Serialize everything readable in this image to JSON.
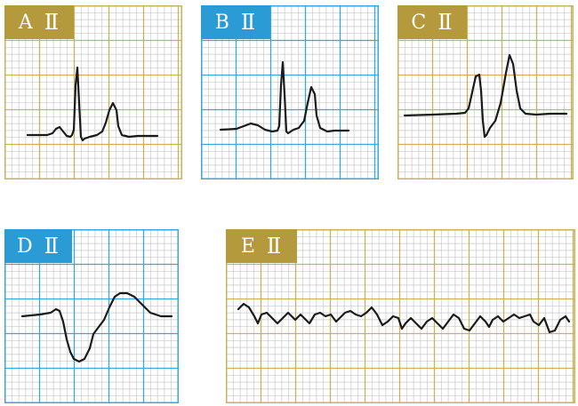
{
  "colors": {
    "gold": "#c9b25a",
    "gold_label": "#b49a3c",
    "blue": "#3aa6dc",
    "blue_label": "#2b9bd6",
    "minor_grid": "#c8c8c8",
    "trace": "#1a1a1a"
  },
  "panels": [
    {
      "letter": "A",
      "lead": "Ⅱ",
      "theme": "gold"
    },
    {
      "letter": "B",
      "lead": "Ⅱ",
      "theme": "blue"
    },
    {
      "letter": "C",
      "lead": "Ⅱ",
      "theme": "gold"
    },
    {
      "letter": "D",
      "lead": "Ⅱ",
      "theme": "blue"
    },
    {
      "letter": "E",
      "lead": "Ⅱ",
      "theme": "gold"
    }
  ]
}
